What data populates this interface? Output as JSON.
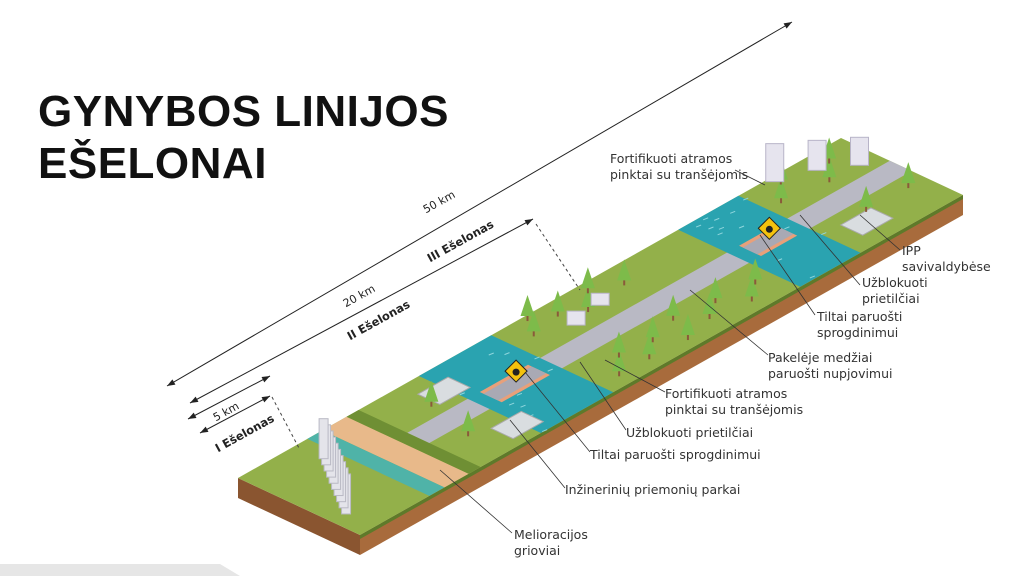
{
  "title": {
    "line1": "GYNYBOS LINIJOS",
    "line2": "EŠELONAI"
  },
  "dimensions": {
    "d50": "50 km",
    "e3": "III Ešelonas",
    "d20": "20 km",
    "e2": "II Ešelonas",
    "d5": "5 km",
    "e1": "I Ešelonas"
  },
  "labels": {
    "fort_top": [
      "Fortifikuoti atramos",
      "pinktai su tranšėjomis"
    ],
    "ipp": [
      "IPP",
      "savivaldybėse"
    ],
    "blocked_top": [
      "Užblokuoti",
      "prietilčiai"
    ],
    "bridges_top": [
      "Tiltai paruošti",
      "sprogdinimui"
    ],
    "trees": [
      "Pakelėje medžiai",
      "paruošti nupjovimui"
    ],
    "fort_bottom": [
      "Fortifikuoti atramos",
      "pinktai su tranšėjomis"
    ],
    "blocked_bottom": "Užblokuoti prietilčiai",
    "bridges_bottom": "Tiltai paruošti sprogdinimui",
    "parks": "Inžinerinių priemonių parkai",
    "ditches": [
      "Melioracijos",
      "grioviai"
    ]
  },
  "colors": {
    "grass": "#93b04a",
    "water": "#2aa3b0",
    "road": "#b9b9c4",
    "soil": "#a86b3c",
    "tree": "#7dbb4a",
    "sign": "#f4c20d"
  }
}
